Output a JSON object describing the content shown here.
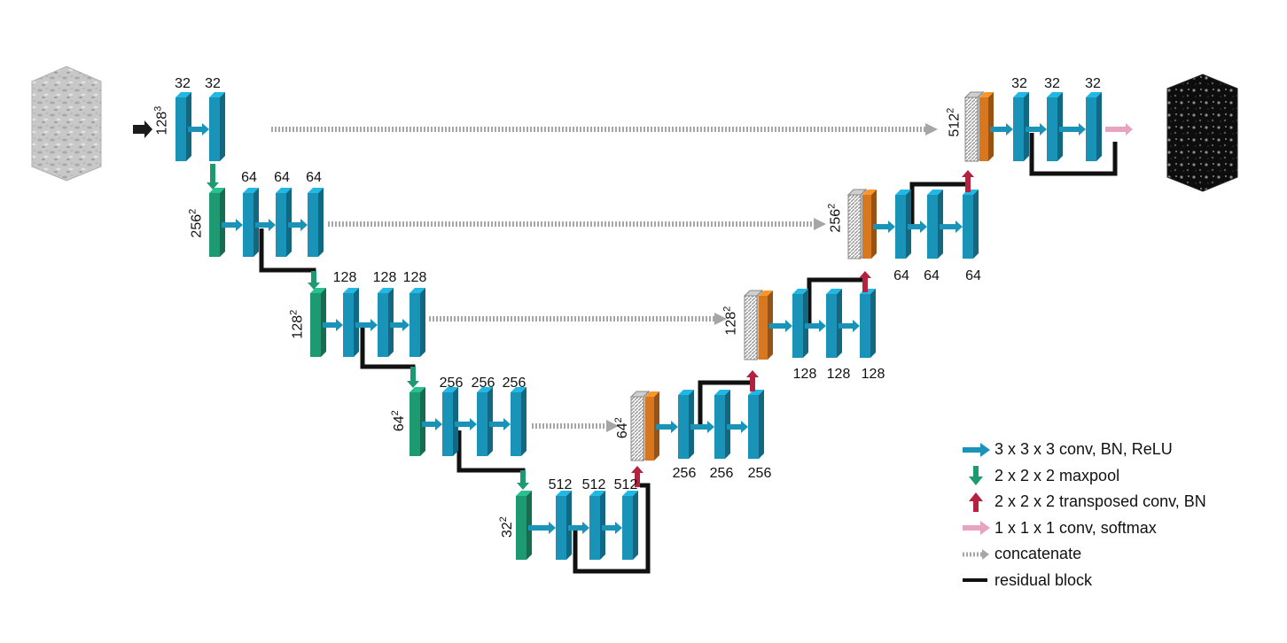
{
  "colors": {
    "conv": "#1a93b8",
    "pool": "#1e9a72",
    "upconv": "#b5223f",
    "final": "#e8a3c0",
    "concat": "#a6a6a6",
    "residual": "#111111",
    "concat_block": "#d7771f"
  },
  "encoder": [
    {
      "size_base": "128",
      "size_exp": "3",
      "channels": [
        "32",
        "32"
      ]
    },
    {
      "size_base": "256",
      "size_exp": "2",
      "channels": [
        "64",
        "64",
        "64"
      ]
    },
    {
      "size_base": "128",
      "size_exp": "2",
      "channels": [
        "128",
        "128",
        "128"
      ]
    },
    {
      "size_base": "64",
      "size_exp": "2",
      "channels": [
        "256",
        "256",
        "256"
      ]
    },
    {
      "size_base": "32",
      "size_exp": "2",
      "channels": [
        "512",
        "512",
        "512"
      ]
    }
  ],
  "decoder": [
    {
      "size_base": "64",
      "size_exp": "2",
      "channels": [
        "256",
        "256",
        "256"
      ]
    },
    {
      "size_base": "128",
      "size_exp": "2",
      "channels": [
        "128",
        "128",
        "128"
      ]
    },
    {
      "size_base": "256",
      "size_exp": "2",
      "channels": [
        "64",
        "64",
        "64"
      ]
    },
    {
      "size_base": "512",
      "size_exp": "2",
      "channels": [
        "32",
        "32",
        "32"
      ]
    }
  ],
  "legend": [
    {
      "icon": "conv-arrow-icon",
      "label": "3 x 3 x 3 conv, BN, ReLU"
    },
    {
      "icon": "maxpool-arrow-icon",
      "label": "2 x 2 x 2 maxpool"
    },
    {
      "icon": "transposed-conv-arrow-icon",
      "label": "2 x 2 x 2 transposed conv, BN"
    },
    {
      "icon": "softmax-arrow-icon",
      "label": "1 x 1 x 1 conv, softmax"
    },
    {
      "icon": "concatenate-arrow-icon",
      "label": "concatenate"
    },
    {
      "icon": "residual-line-icon",
      "label": "residual block"
    }
  ]
}
